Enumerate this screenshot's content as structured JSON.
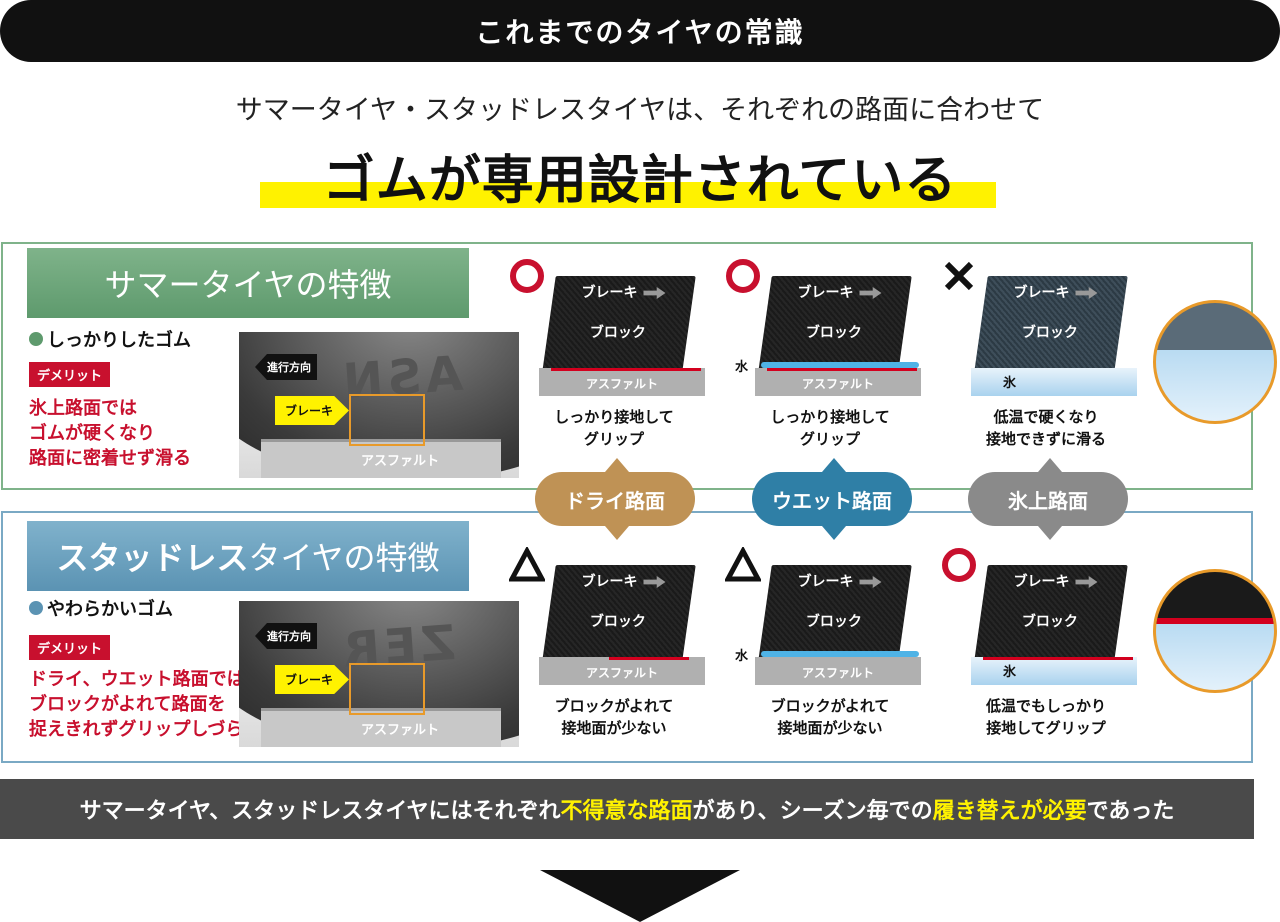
{
  "banner": "これまでのタイヤの常識",
  "lead": "サマータイヤ・スタッドレスタイヤは、それぞれの路面に合わせて",
  "headline": "ゴムが専用設計されている",
  "summer": {
    "title": "サマータイヤの特徴",
    "bullet": "しっかりしたゴム",
    "demerit": "デメリット",
    "desc": "氷上路面では\nゴムが硬くなり\n路面に密着せず滑る",
    "cells": [
      {
        "mark": "○",
        "text": "しっかり接地して\nグリップ"
      },
      {
        "mark": "○",
        "text": "しっかり接地して\nグリップ"
      },
      {
        "mark": "×",
        "text": "低温で硬くなり\n接地できずに滑る"
      }
    ]
  },
  "studless": {
    "title_bold": "スタッドレス",
    "title_rest": "タイヤの特徴",
    "bullet": "やわらかいゴム",
    "demerit": "デメリット",
    "desc": "ドライ、ウエット路面では\nブロックがよれて路面を\n捉えきれずグリップしづらい",
    "cells": [
      {
        "mark": "△",
        "text": "ブロックがよれて\n接地面が少ない"
      },
      {
        "mark": "△",
        "text": "ブロックがよれて\n接地面が少ない"
      },
      {
        "mark": "○",
        "text": "低温でもしっかり\n接地してグリップ"
      }
    ]
  },
  "tire_labels": {
    "direction": "進行方向",
    "brake": "ブレーキ",
    "asphalt": "アスファルト"
  },
  "block_labels": {
    "brake": "ブレーキ",
    "block": "ブロック",
    "asphalt": "アスファルト",
    "water": "水",
    "ice": "氷"
  },
  "roads": [
    {
      "label": "ドライ路面",
      "color": "#bf9255"
    },
    {
      "label": "ウエット路面",
      "color": "#2f7fa6"
    },
    {
      "label": "氷上路面",
      "color": "#8a8a8a"
    }
  ],
  "footer": {
    "p1": "サマータイヤ、スタッドレスタイヤにはそれぞれ",
    "h1": "不得意な路面",
    "p2": "があり、シーズン毎での",
    "h2": "履き替えが必要",
    "p3": "であった"
  },
  "colors": {
    "accent_red": "#c8102e",
    "highlight_yellow": "#fff200",
    "summer_green": "#5e9a6d",
    "studless_blue": "#5b93b3"
  }
}
